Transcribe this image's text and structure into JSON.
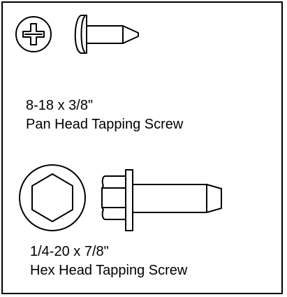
{
  "screws": [
    {
      "size": "8-18 x 3/8\"",
      "name": "Pan Head Tapping Screw",
      "head_icon": "phillips-head-icon",
      "side_icon": "pan-head-screw-side-icon"
    },
    {
      "size": "1/4-20 x 7/8\"",
      "name": "Hex Head Tapping Screw",
      "head_icon": "hex-head-icon",
      "side_icon": "hex-head-screw-side-icon"
    }
  ],
  "colors": {
    "stroke": "#000000",
    "background": "#ffffff"
  }
}
